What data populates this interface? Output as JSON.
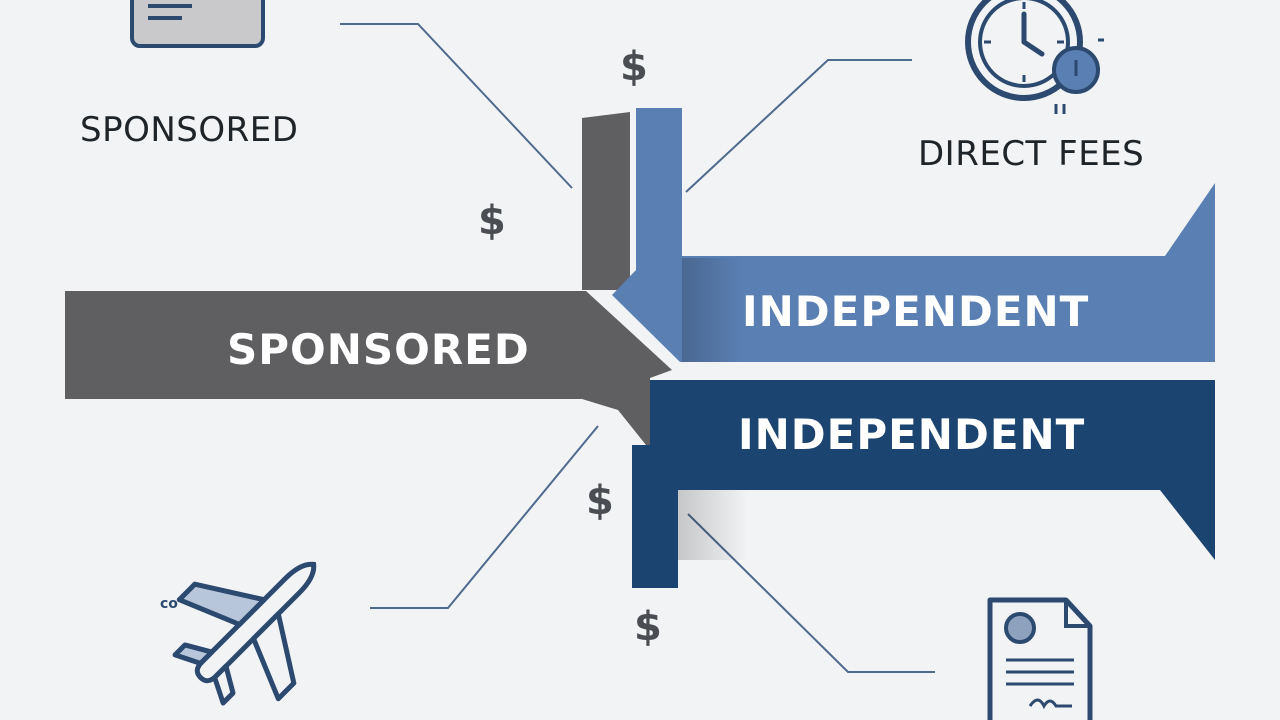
{
  "labels": {
    "sponsored_top": "SPONSORED",
    "direct_fees": "DIRECT FEES"
  },
  "bars": {
    "sponsored": "SPONSORED",
    "independent_upper": "INDEPENDENT",
    "independent_lower": "INDEPENDENT"
  },
  "symbols": {
    "dollar": "$",
    "plane_mark": "co"
  },
  "colors": {
    "sponsored_gray": "#5f5f61",
    "independent_light": "#5a7fb2",
    "independent_dark": "#1c4470",
    "icon_outline": "#2c4a70",
    "leader_line": "#4e6a8c"
  },
  "icons": [
    "document-card-icon",
    "clock-icon",
    "airplane-icon",
    "contract-document-icon"
  ]
}
